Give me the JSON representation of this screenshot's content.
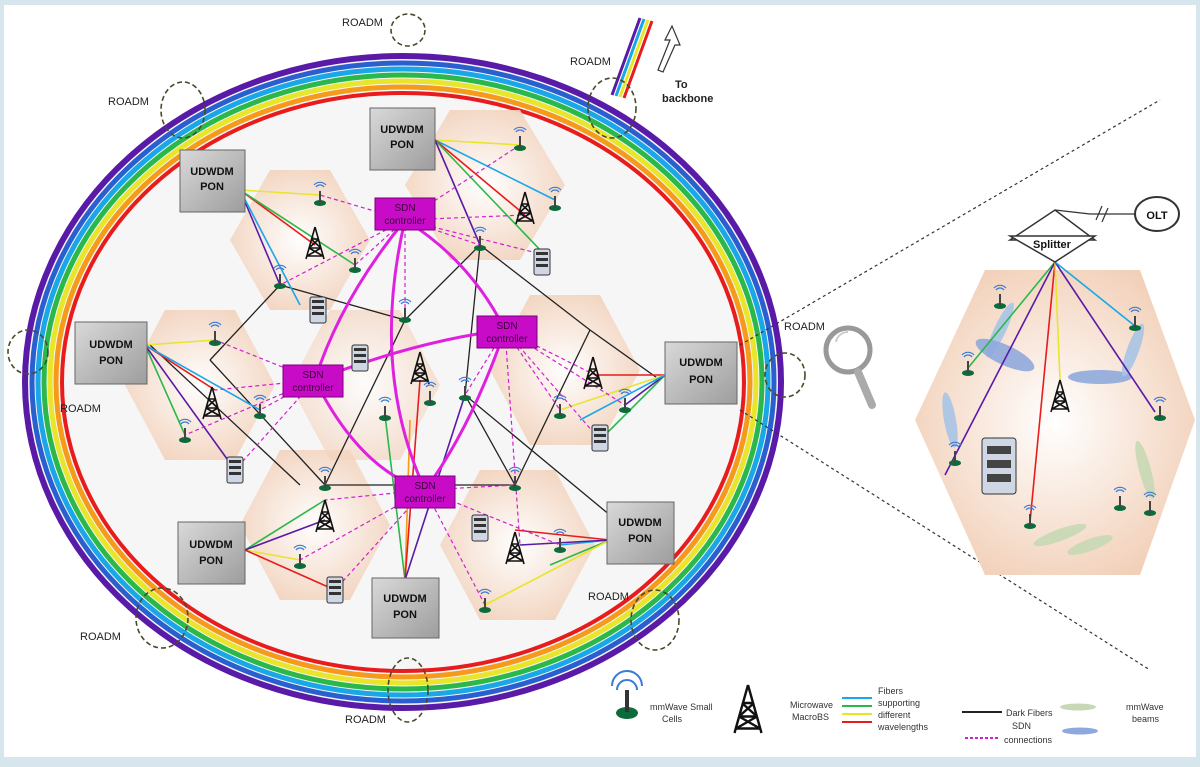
{
  "labels": {
    "roadm": "ROADM",
    "to_backbone_1": "To",
    "to_backbone_2": "backbone",
    "udwdm_1": "UDWDM",
    "udwdm_2": "PON",
    "sdn_1": "SDN",
    "sdn_2": "controller",
    "splitter": "Splitter",
    "olt": "OLT"
  },
  "legend": {
    "small_cells_1": "mmWave Small",
    "small_cells_2": "Cells",
    "macro_1": "Microwave",
    "macro_2": "MacroBS",
    "fibers_1": "Fibers",
    "fibers_2": "supporting",
    "fibers_3": "different",
    "fibers_4": "wavelengths",
    "dark_fibers": "Dark Fibers",
    "sdn_conn_1": "SDN",
    "sdn_conn_2": "connections",
    "beams_1": "mmWave",
    "beams_2": "beams"
  },
  "colors": {
    "ring": [
      "#5a1aa8",
      "#2a5fd0",
      "#19a7e8",
      "#2bb84a",
      "#e8e52a",
      "#f59a1a",
      "#e81c1c"
    ],
    "sdn_fill": "#c70bc7",
    "sdn_link": "#e020e0",
    "hex_fill": "#f3d9c6"
  }
}
